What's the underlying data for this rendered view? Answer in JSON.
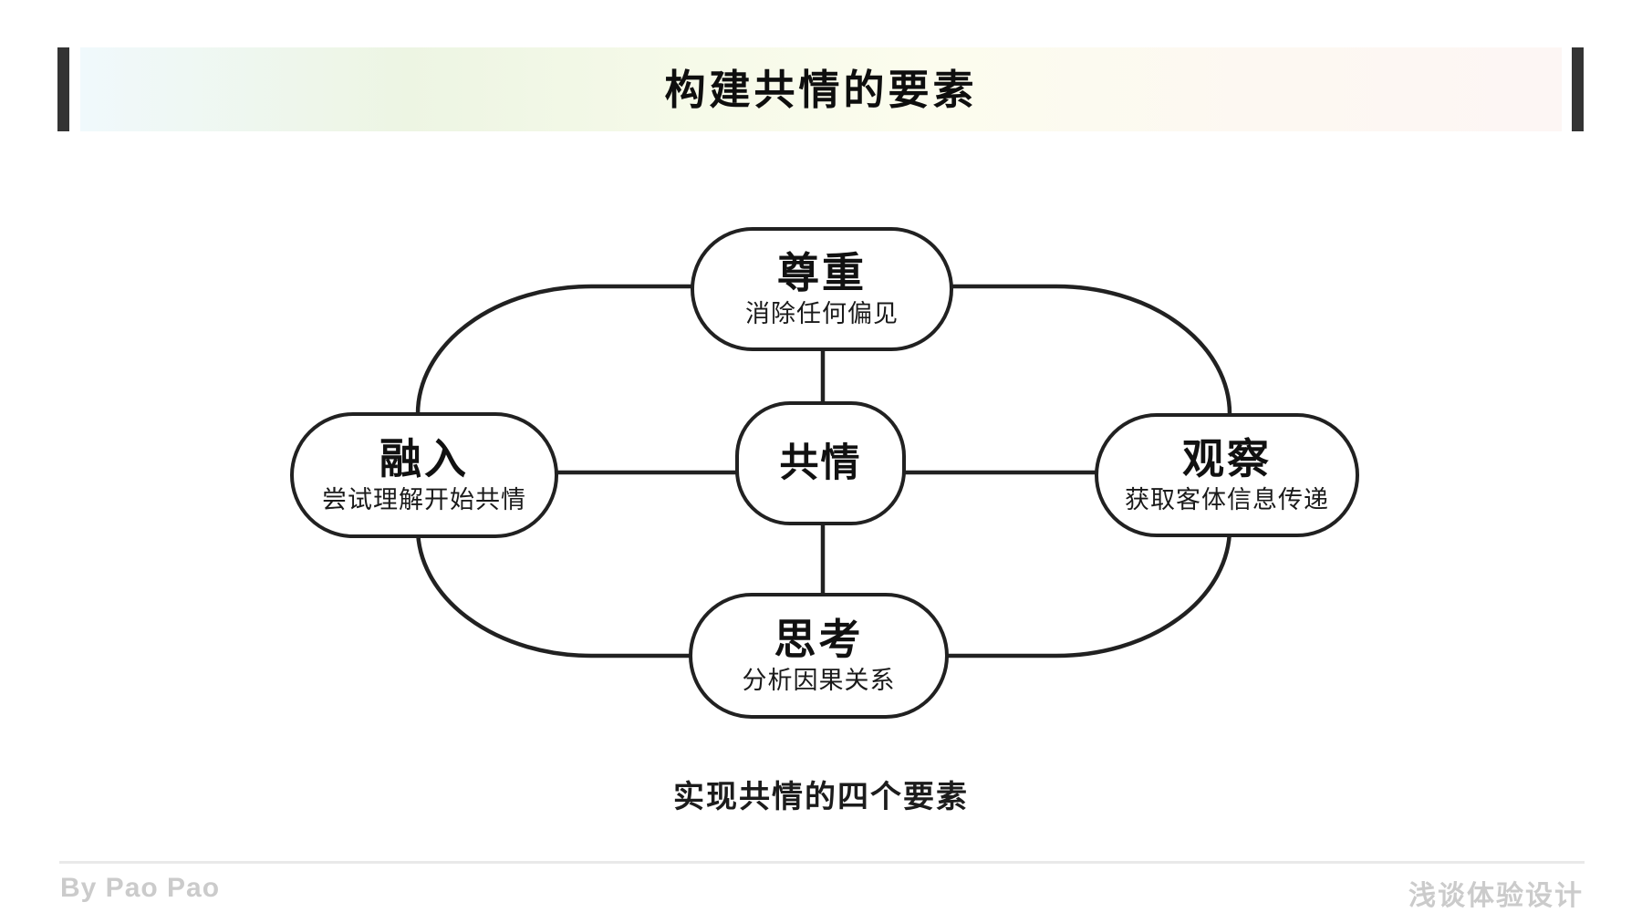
{
  "header": {
    "title": "构建共情的要素"
  },
  "diagram": {
    "center": {
      "title": "共情"
    },
    "top": {
      "title": "尊重",
      "subtitle": "消除任何偏见"
    },
    "left": {
      "title": "融入",
      "subtitle": "尝试理解开始共情"
    },
    "right": {
      "title": "观察",
      "subtitle": "获取客体信息传递"
    },
    "bottom": {
      "title": "思考",
      "subtitle": "分析因果关系"
    },
    "caption": "实现共情的四个要素"
  },
  "footer": {
    "author": "By Pao Pao",
    "brand": "浅谈体验设计"
  },
  "colors": {
    "line": "#212121",
    "header_bar": "#343434",
    "gradient_left": "#f0f9fc",
    "gradient_green": "#edf5e3",
    "gradient_cream": "#fcfcee",
    "gradient_right": "#fdf6f4",
    "footer_text": "#cbcbcb",
    "divider": "#e9e9e9"
  }
}
